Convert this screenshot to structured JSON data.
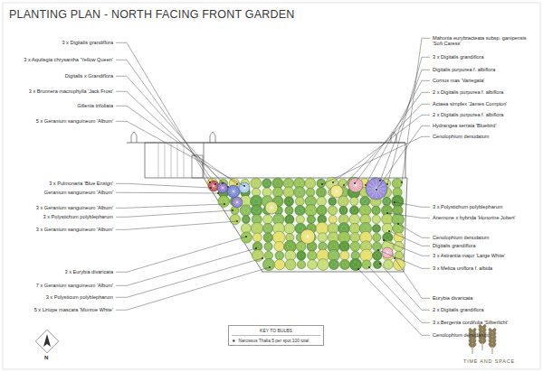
{
  "diagram": {
    "title": "PLANTING PLAN - NORTH FACING FRONT GARDEN",
    "nodes": [
      {
        "text": [
          "KEY TO BULBS",
          "Narcissus Thalia 5 per spot 100 total"
        ]
      }
    ],
    "labels": [
      "3 x Digitalis grandiflora",
      "3 x Aquilegia chrysantha 'Yellow Queen'",
      "Digitalis x Grandiflora",
      "3 x Brunnera macrophylla 'Jack Frost'",
      "Gillenia trifoliata",
      "5 x Geranium sanguineum 'Album'",
      "3 x Pulmonaria 'Blue Ensign'",
      "Geranium sanguineum 'Album'",
      "3 x Geranium sanguineum 'Album'",
      "3 x Polystichum polyblepharum",
      "3 x Geranium sanguineum 'Album'",
      "3 x Eurybia divaricata",
      "7 x Geranium sanguineum 'Album'",
      "3 x Polysticum polyblepharum",
      "5 x Liriope mascara 'Monroe White'",
      "Mahonia eurybracteata subsp. ganipensis 'Soft Caress'",
      "3 x Digitalis grandiflora",
      "Digitalis purpurea f. albiflora",
      "Cornus mas 'Variegata'",
      "2 x Digitalis purpurea f. albiflora",
      "Actaea simplex 'James Compton'",
      "2 x Digitalis purpurea f. albiflora",
      "Hydrangea serrata 'Bluebird'",
      "Cenolophium denudatum",
      "3 x Polystichum polyblepharum",
      "Anemone x hybrida 'Honorine Jobert'",
      "Cenolophium denudatum",
      "Digitalis grandiflora",
      "3 x Astrantia major 'Large White'",
      "3 x Melica uniflora f. albida",
      "Eurybia divaricata",
      "2 x Digitalis grandiflora",
      "3 x Bergenia cordifolia 'Silberlicht'",
      "Cenolophium denudatum",
      "N",
      "TIME AND SPACE"
    ]
  }
}
